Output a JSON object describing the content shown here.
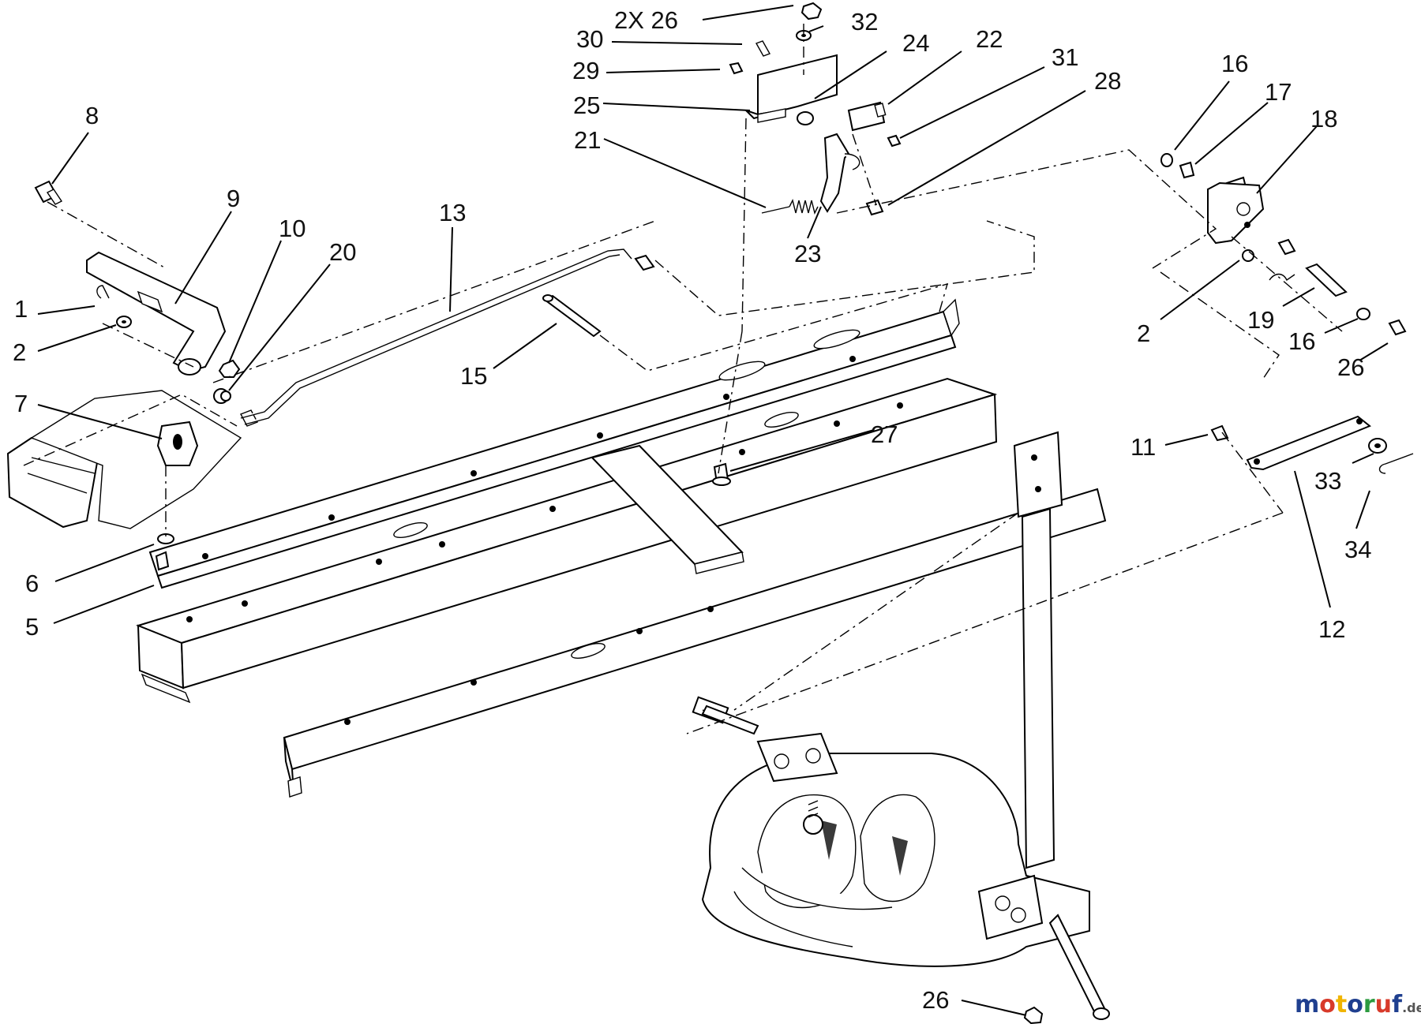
{
  "diagram": {
    "callouts": [
      {
        "id": "1",
        "text": "1"
      },
      {
        "id": "2a",
        "text": "2"
      },
      {
        "id": "5",
        "text": "5"
      },
      {
        "id": "6",
        "text": "6"
      },
      {
        "id": "7",
        "text": "7"
      },
      {
        "id": "8",
        "text": "8"
      },
      {
        "id": "9",
        "text": "9"
      },
      {
        "id": "10",
        "text": "10"
      },
      {
        "id": "20",
        "text": "20"
      },
      {
        "id": "13",
        "text": "13"
      },
      {
        "id": "15",
        "text": "15"
      },
      {
        "id": "2x26",
        "text": "2X 26"
      },
      {
        "id": "32",
        "text": "32"
      },
      {
        "id": "30",
        "text": "30"
      },
      {
        "id": "24",
        "text": "24"
      },
      {
        "id": "22",
        "text": "22"
      },
      {
        "id": "29",
        "text": "29"
      },
      {
        "id": "31",
        "text": "31"
      },
      {
        "id": "25",
        "text": "25"
      },
      {
        "id": "28",
        "text": "28"
      },
      {
        "id": "21",
        "text": "21"
      },
      {
        "id": "23",
        "text": "23"
      },
      {
        "id": "27",
        "text": "27"
      },
      {
        "id": "16a",
        "text": "16"
      },
      {
        "id": "17",
        "text": "17"
      },
      {
        "id": "18",
        "text": "18"
      },
      {
        "id": "2b",
        "text": "2"
      },
      {
        "id": "19",
        "text": "19"
      },
      {
        "id": "16b",
        "text": "16"
      },
      {
        "id": "26a",
        "text": "26"
      },
      {
        "id": "11",
        "text": "11"
      },
      {
        "id": "33",
        "text": "33"
      },
      {
        "id": "34",
        "text": "34"
      },
      {
        "id": "12",
        "text": "12"
      },
      {
        "id": "26b",
        "text": "26"
      }
    ],
    "watermark": {
      "brand": "motoruf",
      "suffix": ".de",
      "colors": [
        "#1f3f8f",
        "#d83a2a",
        "#f0b400",
        "#1f3f8f",
        "#2b9a3f",
        "#d83a2a",
        "#1f3f8f",
        "#2b9a3f"
      ]
    }
  }
}
